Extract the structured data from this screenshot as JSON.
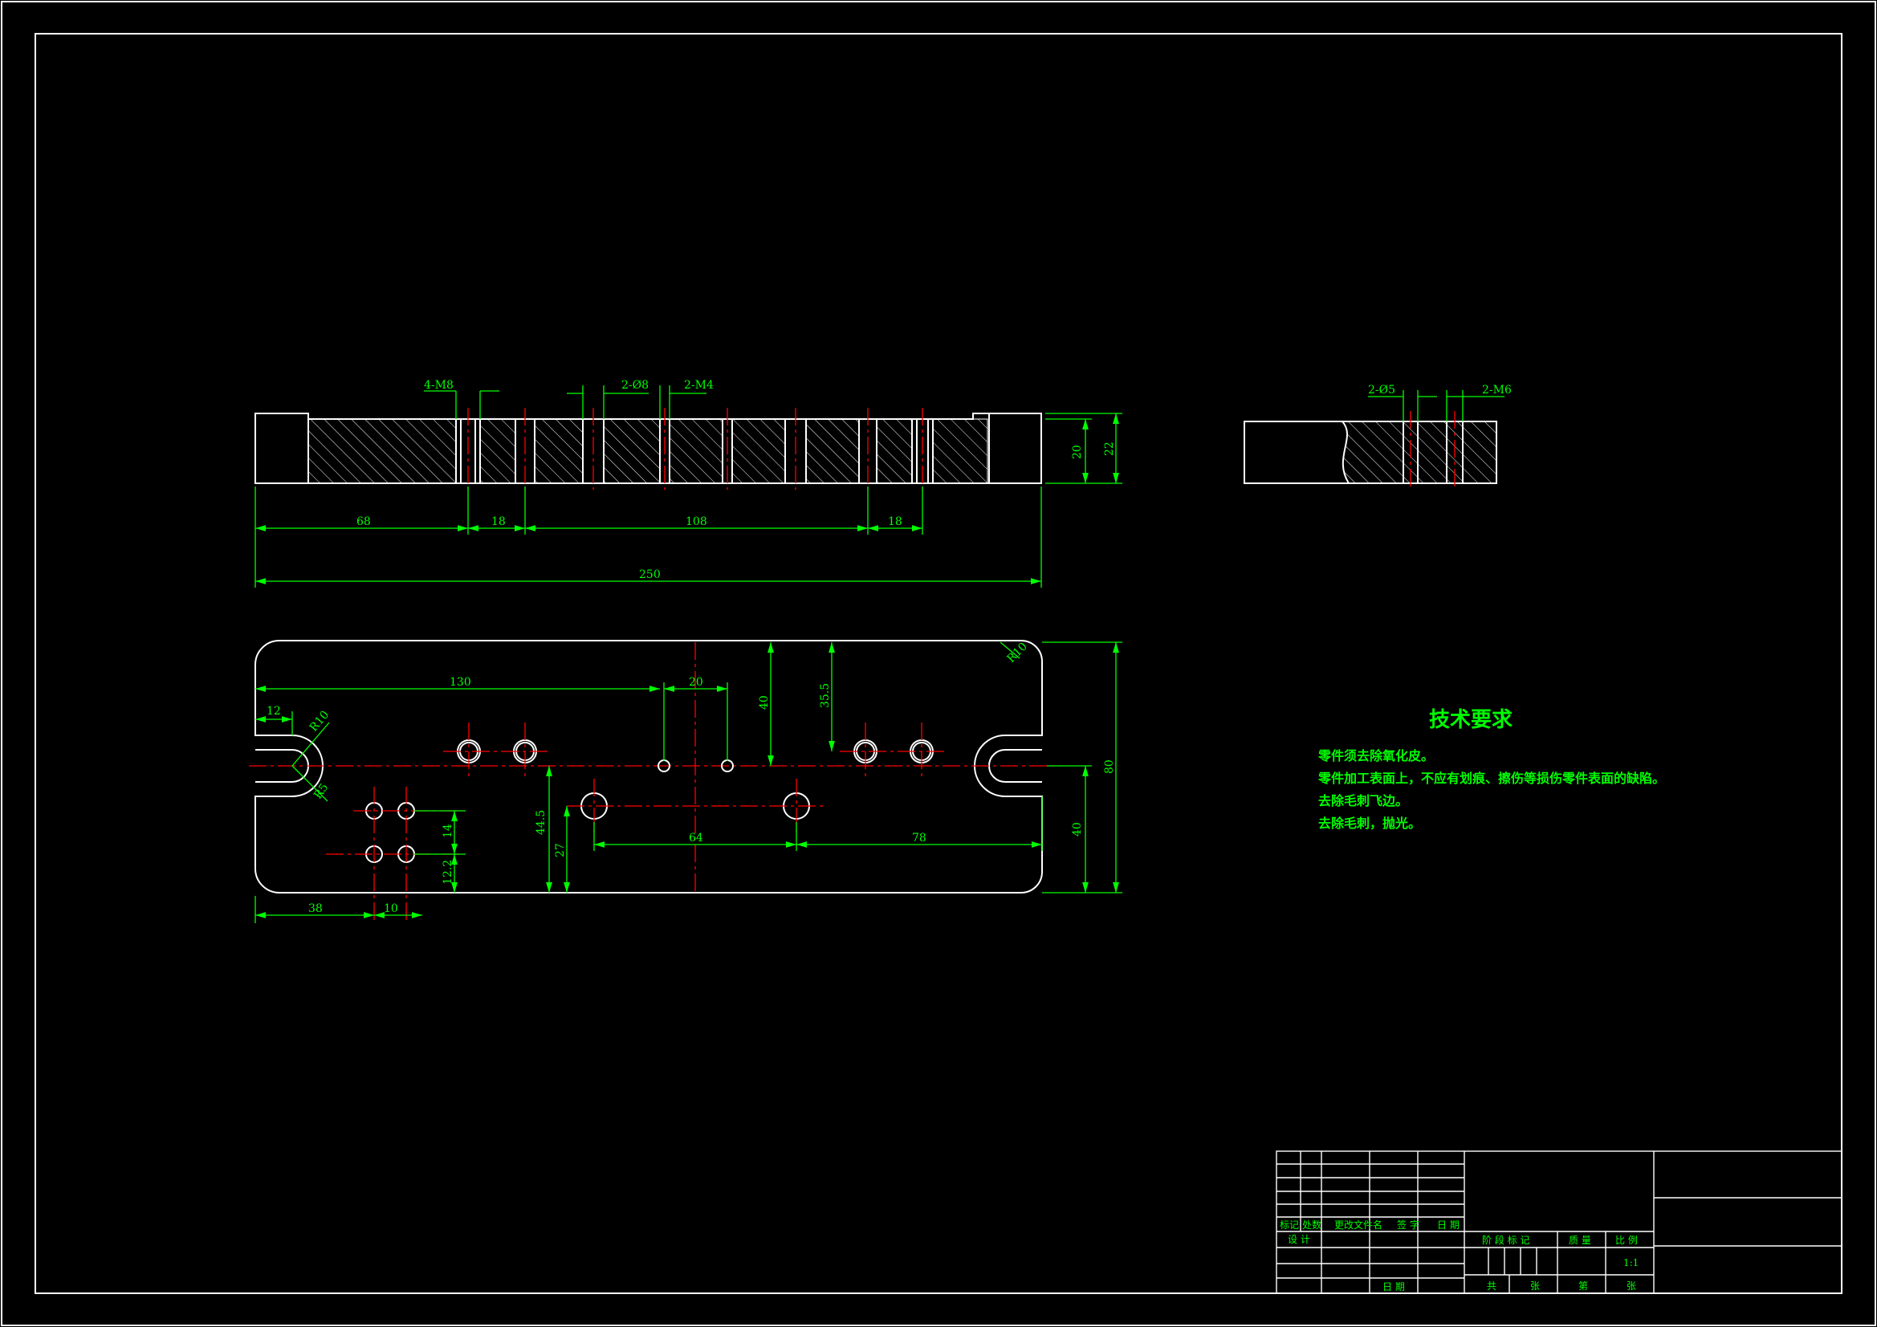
{
  "tech_requirements": {
    "title": "技术要求",
    "items": [
      "零件须去除氧化皮。",
      "零件加工表面上，不应有划痕、擦伤等损伤零件表面的缺陷。",
      "去除毛刺飞边。",
      "去除毛刺，抛光。"
    ]
  },
  "front_view": {
    "hole_callouts": [
      "4-M8",
      "2-Ø8",
      "2-M4"
    ],
    "dims": [
      "68",
      "18",
      "108",
      "18",
      "250",
      "20",
      "22"
    ]
  },
  "side_view": {
    "hole_callouts": [
      "2-Ø5",
      "2-M6"
    ]
  },
  "plan_view": {
    "dims": [
      "130",
      "20",
      "40",
      "35.5",
      "12",
      "R10",
      "R5",
      "R10",
      "80",
      "40",
      "44.5",
      "27",
      "14",
      "12.2",
      "64",
      "78",
      "38",
      "10"
    ]
  },
  "title_block": {
    "rev_headers": [
      "标记",
      "处数",
      "更改文件名",
      "签 字",
      "日 期"
    ],
    "design": "设 计",
    "date": "日 期",
    "stage_mark": "阶 段 标 记",
    "weight": "质 量",
    "scale_label": "比 例",
    "scale_value": "1:1",
    "sheets_total": "共",
    "sheet_unit": "张",
    "sheet_no": "第",
    "sheet_unit2": "张"
  },
  "colors": {
    "background": "#000000",
    "outline": "#ffffff",
    "dimension": "#00ff00",
    "centerline": "#ff0000"
  }
}
